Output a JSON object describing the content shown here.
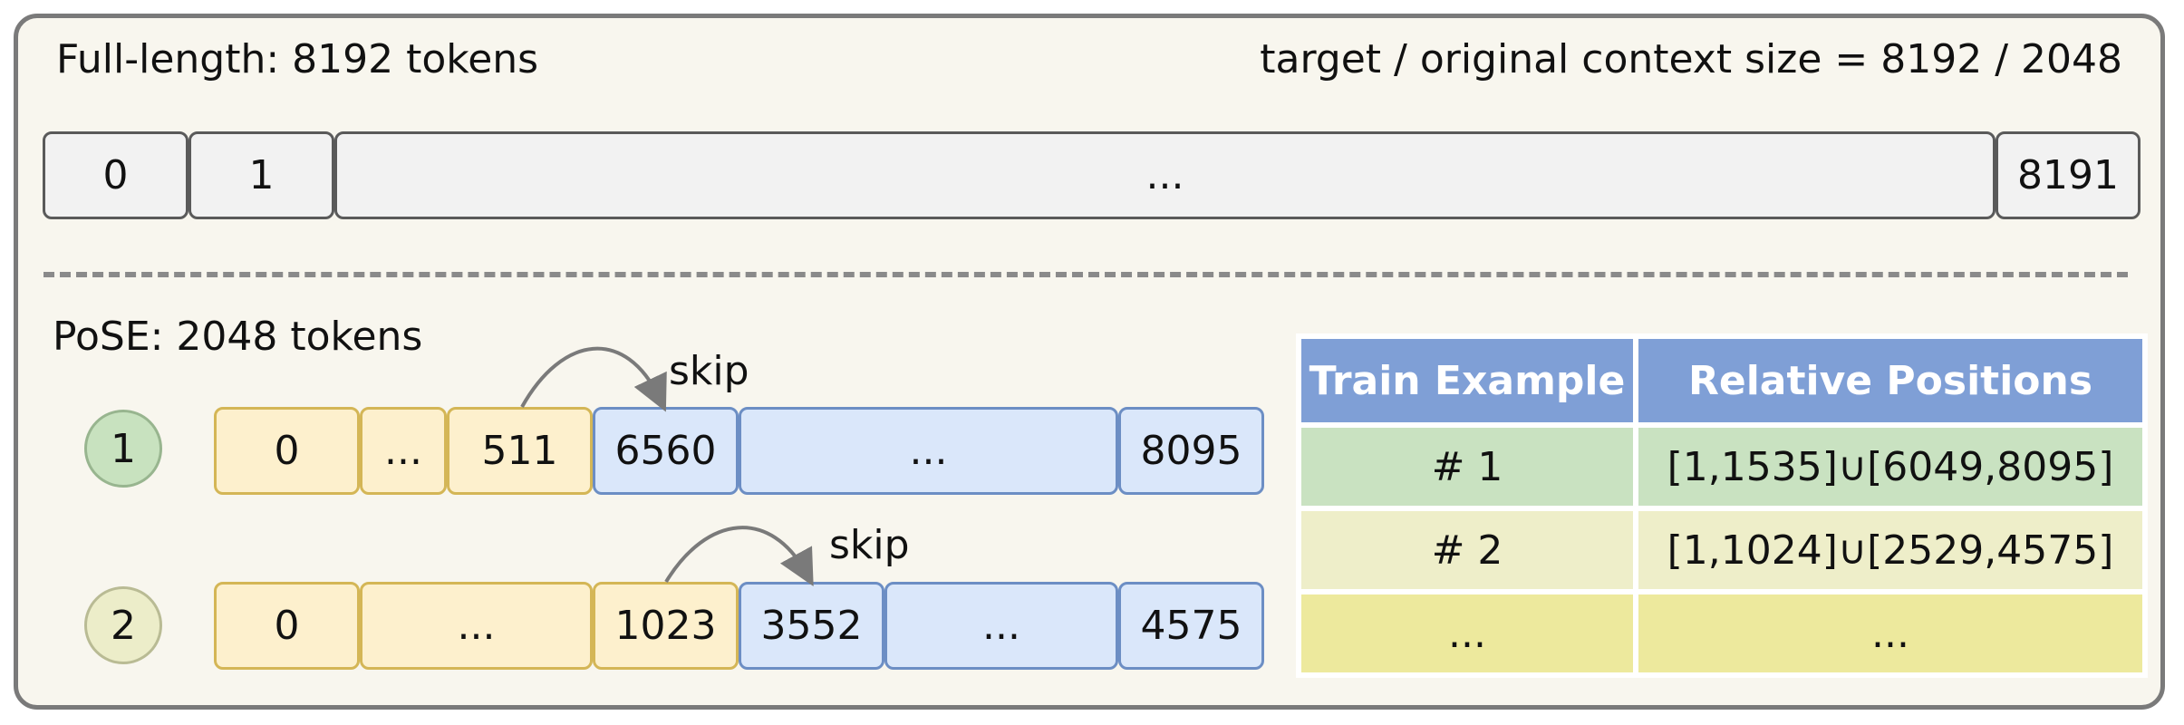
{
  "full": {
    "label": "Full-length: 8192 tokens",
    "ratio": "target  / original context size = 8192 / 2048",
    "cells": [
      "0",
      "1",
      "...",
      "8191"
    ]
  },
  "pose": {
    "label": "PoSE: 2048 tokens",
    "row1": {
      "badge": "1",
      "cells": [
        "0",
        "...",
        "511",
        "6560",
        "...",
        "8095"
      ],
      "skip": "skip"
    },
    "row2": {
      "badge": "2",
      "cells": [
        "0",
        "...",
        "1023",
        "3552",
        "...",
        "4575"
      ],
      "skip": "skip"
    }
  },
  "table": {
    "headers": [
      "Train Example",
      "Relative Positions"
    ],
    "rows": [
      [
        "# 1",
        "[1,1535]∪[6049,8095]"
      ],
      [
        "# 2",
        "[1,1024]∪[2529,4575]"
      ],
      [
        "...",
        "..."
      ]
    ]
  },
  "colors": {
    "yellow_fill": "#fdf0cd",
    "blue_fill": "#dae7fa",
    "header_blue": "#7f9fd6",
    "row1_green": "#c9e2c1",
    "row2_cream": "#eeeec9",
    "row3_yellow": "#ede99d"
  }
}
